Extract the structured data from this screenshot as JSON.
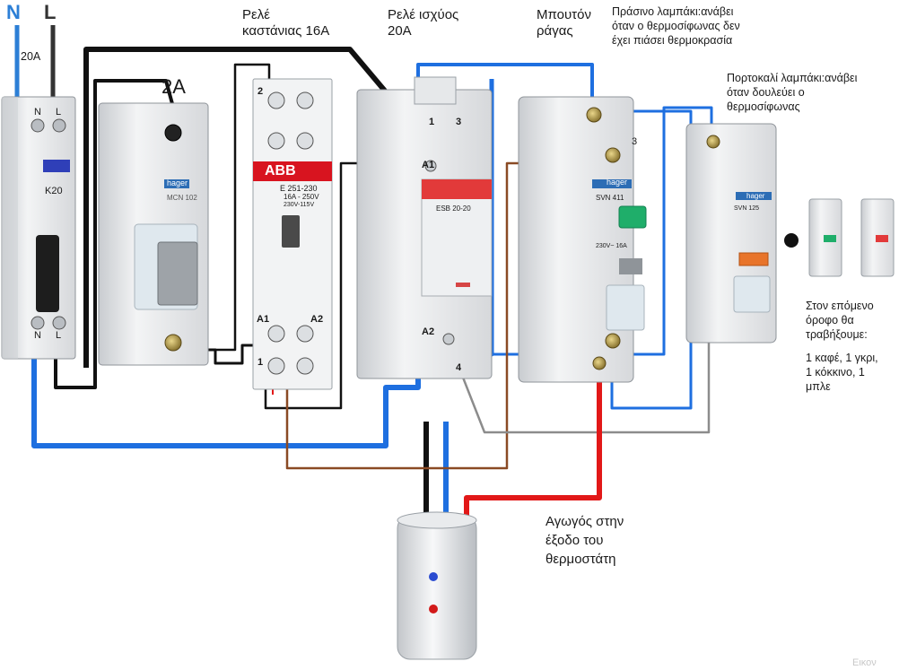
{
  "supply": {
    "neutral_label": "N",
    "line_label": "L",
    "breaker_rating": "20A"
  },
  "mcb": {
    "top_terminals": [
      "N",
      "L"
    ],
    "bottom_terminals": [
      "N",
      "L"
    ],
    "model": "K20"
  },
  "isolator": {
    "rating_label": "2A",
    "brand": "hager",
    "model": "MCN 102"
  },
  "timer_relay": {
    "caption_line1": "Ρελέ",
    "caption_line2": "καστάνιας 16Α",
    "brand": "ABB",
    "model": "E 251-230",
    "rating": "16A - 250V",
    "voltage": "230V-115V",
    "terminals": {
      "t2": "2",
      "tA1": "A1",
      "tA2": "A2",
      "t1": "1"
    }
  },
  "power_relay": {
    "caption_line1": "Ρελέ ισχύος",
    "caption_line2": "20Α",
    "model": "ESB 20-20",
    "terminals": {
      "t1": "1",
      "t3": "3",
      "tA1": "A1",
      "tA2": "A2",
      "t4": "4"
    }
  },
  "rail_button": {
    "caption_line1": "Μπουτόν",
    "caption_line2": "ράγας",
    "brand": "hager",
    "model": "SVN 411",
    "rating": "230V~ 16A",
    "terminal_top": "3"
  },
  "green_lamp_note": {
    "line1": "Πράσινο λαμπάκι:ανάβει",
    "line2": "όταν ο θερμοσίφωνας δεν",
    "line3": "έχει πιάσει θερμοκρασία"
  },
  "orange_lamp_note": {
    "line1": "Πορτοκαλί λαμπάκι:ανάβει",
    "line2": "όταν δουλεύει ο",
    "line3": "θερμοσίφωνας"
  },
  "indicator_lamp": {
    "brand": "hager",
    "model": "SVN 125"
  },
  "next_floor_note": {
    "line1": "Στον επόμενο",
    "line2": "όροφο θα",
    "line3": "τραβήξουμε:",
    "line4": "1 καφέ, 1 γκρι,",
    "line5": "1 κόκκινο, 1",
    "line6": "μπλε"
  },
  "thermostat_note": {
    "line1": "Αγωγός στην",
    "line2": "έξοδο του",
    "line3": "θερμοστάτη"
  },
  "watermark": "Εικον",
  "colors": {
    "blue_wire": "#1e6fe0",
    "black_wire": "#111111",
    "brown_wire": "#8a4a24",
    "grey_wire": "#8c8c8c",
    "red_wire": "#e21818",
    "abb_red": "#d8141f",
    "hager_blue": "#2c6db5",
    "green_lamp": "#1fae6a",
    "orange_lamp": "#e8742a",
    "supply_n": "#2c7fd6",
    "supply_l": "#333333"
  }
}
